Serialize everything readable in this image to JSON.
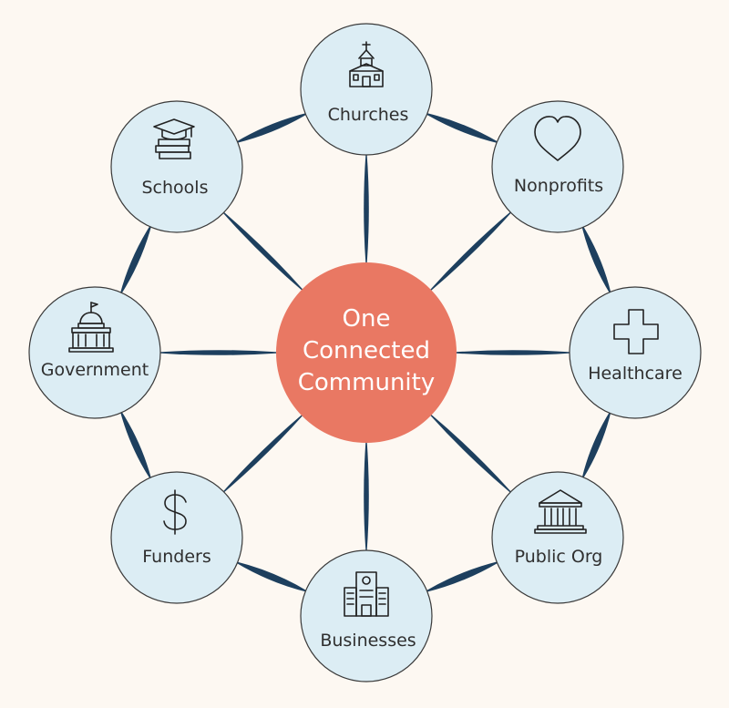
{
  "colors": {
    "background": "#fdf8f2",
    "center_fill": "#e97863",
    "node_fill": "#dcedf4",
    "node_stroke": "#3a3a3a",
    "connector": "#1d3f5e",
    "center_text": "#ffffff",
    "node_text": "#2f2f2f"
  },
  "center": {
    "lines": [
      "One",
      "Connected",
      "Community"
    ]
  },
  "nodes": [
    {
      "label": "Churches",
      "icon": "church-icon"
    },
    {
      "label": "Nonprofits",
      "icon": "heart-icon"
    },
    {
      "label": "Healthcare",
      "icon": "medical-cross-icon"
    },
    {
      "label": "Public Org",
      "icon": "public-building-icon"
    },
    {
      "label": "Businesses",
      "icon": "office-building-icon"
    },
    {
      "label": "Funders",
      "icon": "dollar-sign-icon"
    },
    {
      "label": "Government",
      "icon": "capitol-building-icon"
    },
    {
      "label": "Schools",
      "icon": "graduation-books-icon"
    }
  ]
}
